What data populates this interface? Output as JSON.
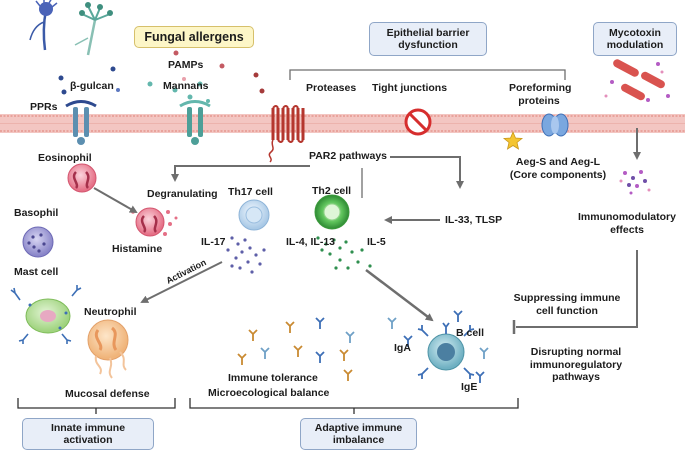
{
  "boxes": {
    "fungal_allergens": "Fungal allergens",
    "epithelial_barrier": "Epithelial barrier dysfunction",
    "mycotoxin": "Mycotoxin modulation",
    "innate": "Innate immune activation",
    "adaptive": "Adaptive immune imbalance"
  },
  "labels": {
    "pamps": "PAMPs",
    "beta_glucan": "β-gulcan",
    "mannans": "Mannans",
    "pprs": "PPRs",
    "proteases": "Proteases",
    "tight_junctions": "Tight junctions",
    "poreforming": "Poreforming proteins",
    "par2": "PAR2 pathways",
    "aeg": "Aeg-S and Aeg-L (Core components)",
    "eosinophil": "Eosinophil",
    "degranulating": "Degranulating",
    "histamine": "Histamine",
    "basophil": "Basophil",
    "mast_cell": "Mast cell",
    "th17": "Th17 cell",
    "th2": "Th2 cell",
    "il17": "IL-17",
    "il4_il13": "IL-4, IL-13",
    "il5": "IL-5",
    "il33_tlsp": "IL-33, TLSP",
    "activation": "Activation",
    "neutrophil": "Neutrophil",
    "mucosal_defense": "Mucosal defense",
    "immune_tolerance": "Immune tolerance",
    "microecological": "Microecological balance",
    "iga": "IgA",
    "b_cell": "B cell",
    "ige": "IgE",
    "immunomodulatory": "Immunomodulatory effects",
    "suppressing": "Suppressing immune cell function",
    "disrupting": "Disrupting normal immunoregulatory pathways"
  },
  "colors": {
    "membrane": "#f3c6c2",
    "box_border": "#8fa6c7",
    "box_fill": "#e8eef8",
    "yellow_box": "#fdf6c7",
    "arrow": "#6e6e6e",
    "receptor": "#5c8fb0",
    "par2": "#b5362e",
    "th2": "#4fae4f",
    "bcell": "#6fb0c2"
  }
}
